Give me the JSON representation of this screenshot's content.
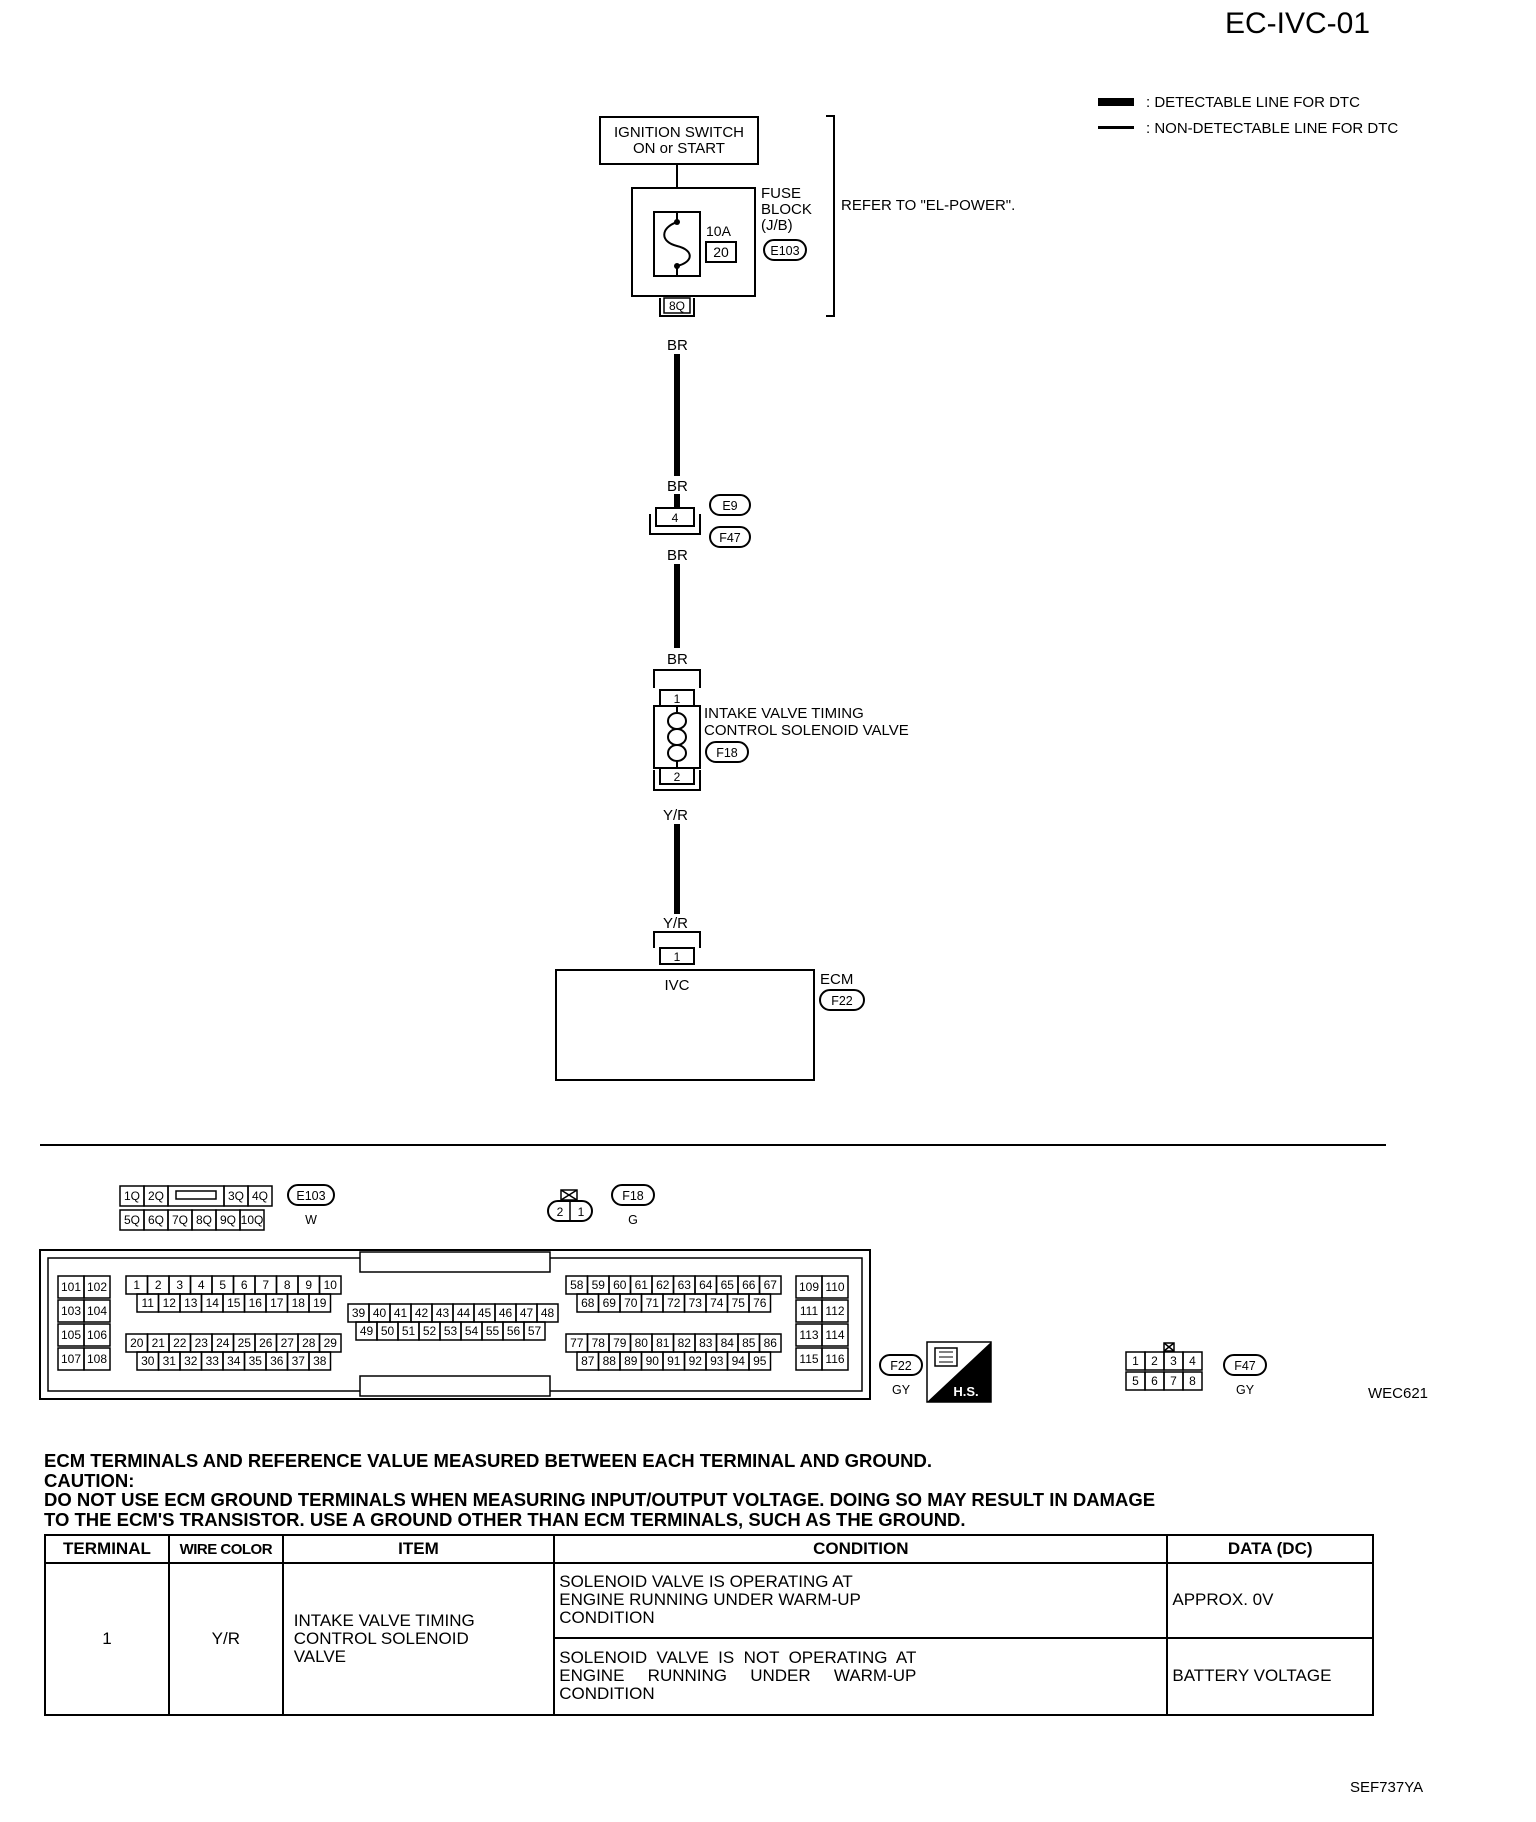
{
  "page": {
    "title": "EC-IVC-01",
    "figure_code": "WEC621",
    "footer_code": "SEF737YA"
  },
  "legend": {
    "detectable": ": DETECTABLE LINE FOR DTC",
    "non_detectable": ": NON-DETECTABLE LINE FOR DTC"
  },
  "circuit": {
    "ignition_switch": [
      "IGNITION SWITCH",
      "ON or START"
    ],
    "fuse_block": [
      "FUSE",
      "BLOCK",
      "(J/B)"
    ],
    "fuse_rating": "10A",
    "fuse_number": "20",
    "fuse_block_connector": "E103",
    "refer_note": "REFER TO \"EL-POWER\".",
    "fuse_terminal": "8Q",
    "wire_br": "BR",
    "joint_terminal": "4",
    "joint_connector_upper": "E9",
    "joint_connector_lower": "F47",
    "solenoid_label": [
      "INTAKE VALVE TIMING",
      "CONTROL SOLENOID VALVE"
    ],
    "solenoid_connector": "F18",
    "solenoid_pin_top": "1",
    "solenoid_pin_bottom": "2",
    "wire_yr": "Y/R",
    "ecm_pin": "1",
    "ecm_pin_name": "IVC",
    "ecm_label": "ECM",
    "ecm_connector": "F22"
  },
  "connectors": {
    "e103": {
      "id": "E103",
      "color": "W",
      "top": [
        "1Q",
        "2Q",
        "",
        "3Q",
        "4Q"
      ],
      "bottom": [
        "5Q",
        "6Q",
        "7Q",
        "8Q",
        "9Q",
        "10Q"
      ]
    },
    "f18": {
      "id": "F18",
      "color": "G",
      "pins": [
        "2",
        "1"
      ]
    },
    "f47": {
      "id": "F47",
      "color": "GY",
      "top": [
        "1",
        "2",
        "3",
        "4"
      ],
      "bottom": [
        "5",
        "6",
        "7",
        "8"
      ]
    },
    "f22": {
      "id": "F22",
      "color": "GY",
      "badge": "H.S.",
      "block_a": [
        "101",
        "102",
        "103",
        "104",
        "105",
        "106",
        "107",
        "108"
      ],
      "row1": [
        "1",
        "2",
        "3",
        "4",
        "5",
        "6",
        "7",
        "8",
        "9",
        "10"
      ],
      "row2": [
        "11",
        "12",
        "13",
        "14",
        "15",
        "16",
        "17",
        "18",
        "19"
      ],
      "row3": [
        "20",
        "21",
        "22",
        "23",
        "24",
        "25",
        "26",
        "27",
        "28",
        "29"
      ],
      "row4": [
        "30",
        "31",
        "32",
        "33",
        "34",
        "35",
        "36",
        "37",
        "38"
      ],
      "mid1": [
        "39",
        "40",
        "41",
        "42",
        "43",
        "44",
        "45",
        "46",
        "47",
        "48"
      ],
      "mid2": [
        "49",
        "50",
        "51",
        "52",
        "53",
        "54",
        "55",
        "56",
        "57"
      ],
      "row5": [
        "58",
        "59",
        "60",
        "61",
        "62",
        "63",
        "64",
        "65",
        "66",
        "67"
      ],
      "row6": [
        "68",
        "69",
        "70",
        "71",
        "72",
        "73",
        "74",
        "75",
        "76"
      ],
      "row7": [
        "77",
        "78",
        "79",
        "80",
        "81",
        "82",
        "83",
        "84",
        "85",
        "86"
      ],
      "row8": [
        "87",
        "88",
        "89",
        "90",
        "91",
        "92",
        "93",
        "94",
        "95"
      ],
      "block_b": [
        "109",
        "110",
        "111",
        "112",
        "113",
        "114",
        "115",
        "116"
      ]
    }
  },
  "notes": {
    "line1": "ECM TERMINALS AND REFERENCE VALUE MEASURED BETWEEN EACH TERMINAL AND GROUND.",
    "line2": "CAUTION:",
    "line3": "DO NOT USE ECM GROUND TERMINALS WHEN MEASURING INPUT/OUTPUT VOLTAGE. DOING SO MAY RESULT IN DAMAGE",
    "line4": "TO THE ECM'S TRANSISTOR. USE A GROUND OTHER THAN ECM TERMINALS, SUCH AS THE GROUND."
  },
  "table": {
    "headers": [
      "TERMINAL",
      "WIRE COLOR",
      "ITEM",
      "CONDITION",
      "DATA (DC)"
    ],
    "terminal": "1",
    "wire_color": "Y/R",
    "item": "INTAKE VALVE TIMING CONTROL SOLENOID VALVE",
    "rows": [
      {
        "condition": "SOLENOID VALVE IS OPERATING AT ENGINE RUNNING UNDER WARM-UP CONDITION",
        "data": "APPROX. 0V"
      },
      {
        "condition": "SOLENOID VALVE IS NOT OPERATING AT ENGINE RUNNING UNDER WARM-UP CONDITION",
        "data": "BATTERY VOLTAGE"
      }
    ]
  }
}
